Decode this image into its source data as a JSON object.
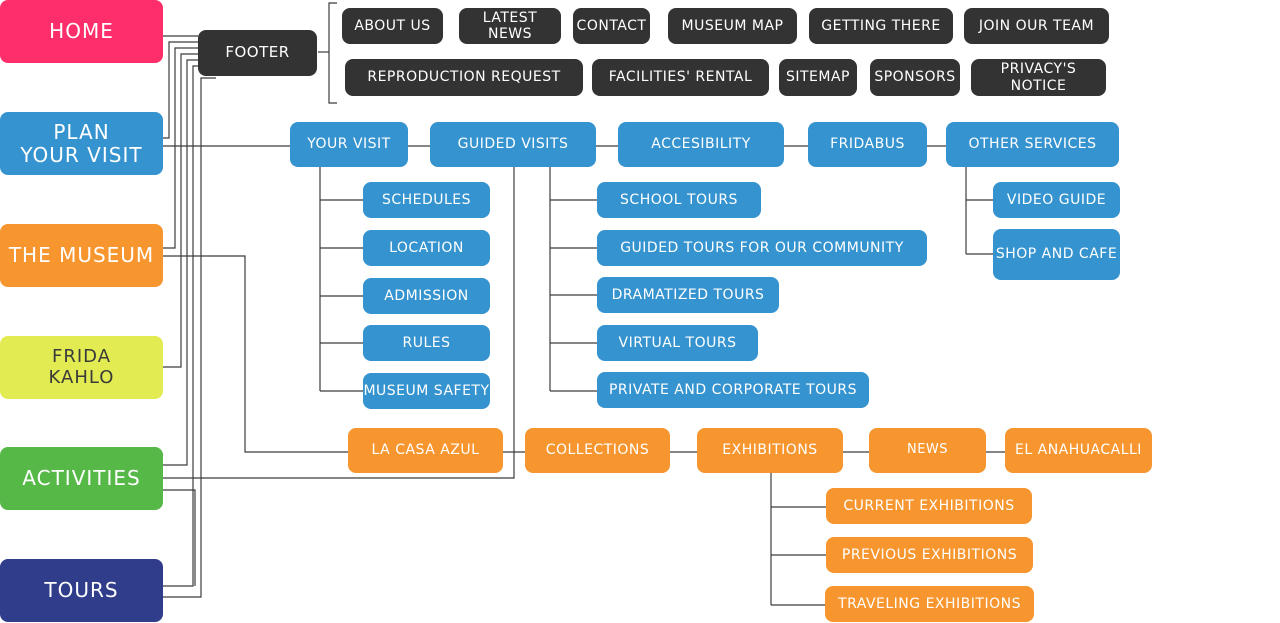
{
  "main_nav": {
    "home": "HOME",
    "plan_1": "PLAN",
    "plan_2": "YOUR VISIT",
    "museum": "THE MUSEUM",
    "frida_1": "FRIDA",
    "frida_2": "KAHLO",
    "activities": "ACTIVITIES",
    "tours": "TOURS"
  },
  "footer": {
    "label": "FOOTER",
    "links": [
      "ABOUT US",
      "LATEST NEWS",
      "CONTACT",
      "MUSEUM MAP",
      "GETTING THERE",
      "JOIN OUR TEAM",
      "REPRODUCTION REQUEST",
      "FACILITIES' RENTAL",
      "SITEMAP",
      "SPONSORS",
      "PRIVACY'S NOTICE"
    ]
  },
  "plan_visit": {
    "sections": [
      "YOUR VISIT",
      "GUIDED VISITS",
      "ACCESIBILITY",
      "FRIDABUS",
      "OTHER SERVICES"
    ],
    "your_visit": [
      "SCHEDULES",
      "LOCATION",
      "ADMISSION",
      "RULES",
      "MUSEUM SAFETY"
    ],
    "guided_visits": [
      "SCHOOL TOURS",
      "GUIDED TOURS FOR OUR COMMUNITY",
      "DRAMATIZED TOURS",
      "VIRTUAL TOURS",
      "PRIVATE AND CORPORATE TOURS"
    ],
    "other_services": [
      "VIDEO GUIDE",
      "SHOP AND CAFE"
    ]
  },
  "museum": {
    "sections": [
      "LA CASA AZUL",
      "COLLECTIONS",
      "EXHIBITIONS",
      "NEWS",
      "EL ANAHUACALLI"
    ],
    "exhibitions": [
      "CURRENT EXHIBITIONS",
      "PREVIOUS EXHIBITIONS",
      "TRAVELING EXHIBITIONS"
    ]
  },
  "colors": {
    "home": "#fd2e6a",
    "plan": "#3593cf",
    "museum": "#f7962f",
    "frida": "#e3eb52",
    "activities": "#55b847",
    "tours": "#2f3d8b",
    "footer": "#333333"
  }
}
